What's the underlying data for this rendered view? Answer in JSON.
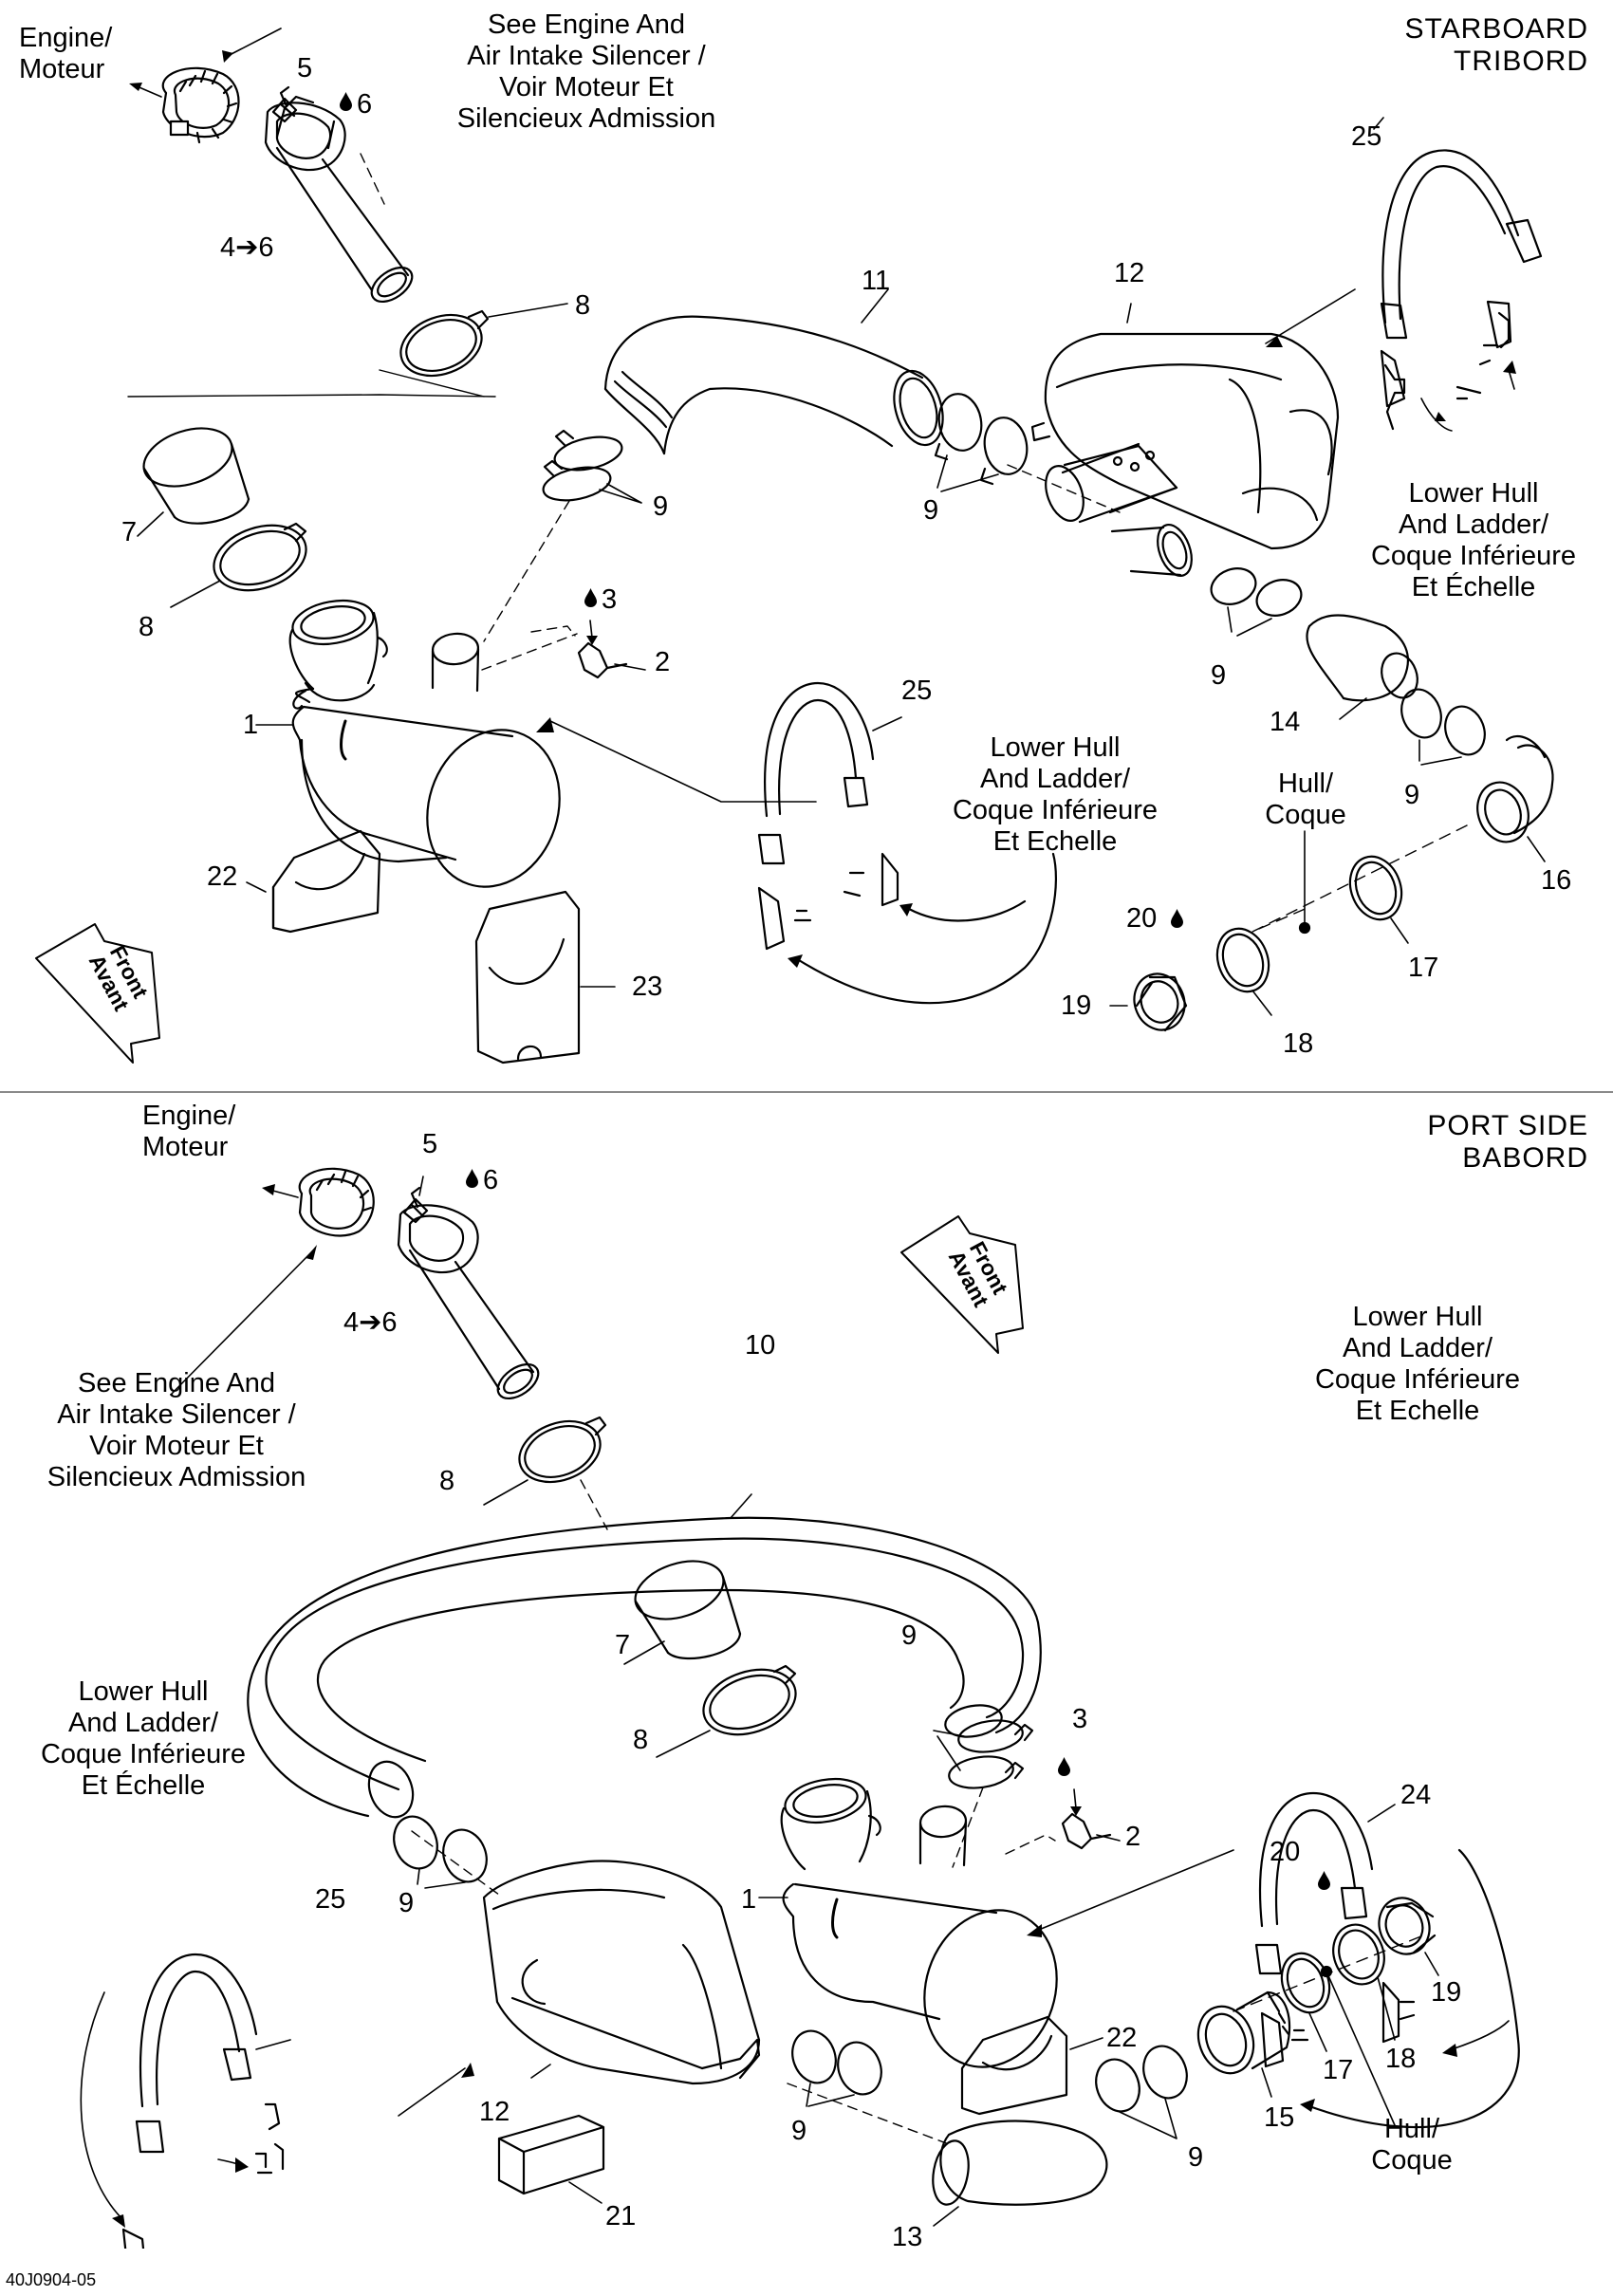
{
  "figure_code": "40J0904-05",
  "panels": [
    {
      "title_line1": "STARBOARD",
      "title_line2": "TRIBORD",
      "front_label": "Front",
      "front_label_fr": "Avant",
      "notes": {
        "engine": [
          "Engine/",
          "Moteur"
        ],
        "see_engine": [
          "See Engine And",
          "Air Intake Silencer /",
          "Voir Moteur Et",
          "Silencieux Admission"
        ],
        "lower_hull_right": [
          "Lower Hull",
          "And Ladder/",
          "Coque Inférieure",
          "Et Échelle"
        ],
        "lower_hull_mid": [
          "Lower Hull",
          "And Ladder/",
          "Coque Inférieure",
          "Et Echelle"
        ],
        "hull": [
          "Hull/",
          "Coque"
        ]
      },
      "callouts": [
        "5",
        "6",
        "4➔6",
        "8",
        "7",
        "8",
        "1",
        "22",
        "23",
        "11",
        "12",
        "25",
        "9",
        "9",
        "3",
        "2",
        "9",
        "14",
        "25",
        "9",
        "16",
        "17",
        "18",
        "19",
        "20"
      ]
    },
    {
      "title_line1": "PORT SIDE",
      "title_line2": "BABORD",
      "front_label": "Front",
      "front_label_fr": "Avant",
      "notes": {
        "engine": [
          "Engine/",
          "Moteur"
        ],
        "see_engine": [
          "See Engine And",
          "Air Intake Silencer /",
          "Voir Moteur Et",
          "Silencieux Admission"
        ],
        "lower_hull_right": [
          "Lower Hull",
          "And Ladder/",
          "Coque Inférieure",
          "Et Echelle"
        ],
        "lower_hull_left": [
          "Lower Hull",
          "And Ladder/",
          "Coque Inférieure",
          "Et Échelle"
        ],
        "hull": [
          "Hull/",
          "Coque"
        ]
      },
      "callouts": [
        "5",
        "6",
        "4➔6",
        "10",
        "8",
        "7",
        "8",
        "9",
        "3",
        "2",
        "1",
        "24",
        "9",
        "25",
        "12",
        "22",
        "20",
        "19",
        "18",
        "17",
        "15",
        "9",
        "9",
        "13",
        "21"
      ]
    }
  ],
  "colors": {
    "line": "#000000",
    "divider": "#8a8a8a"
  }
}
